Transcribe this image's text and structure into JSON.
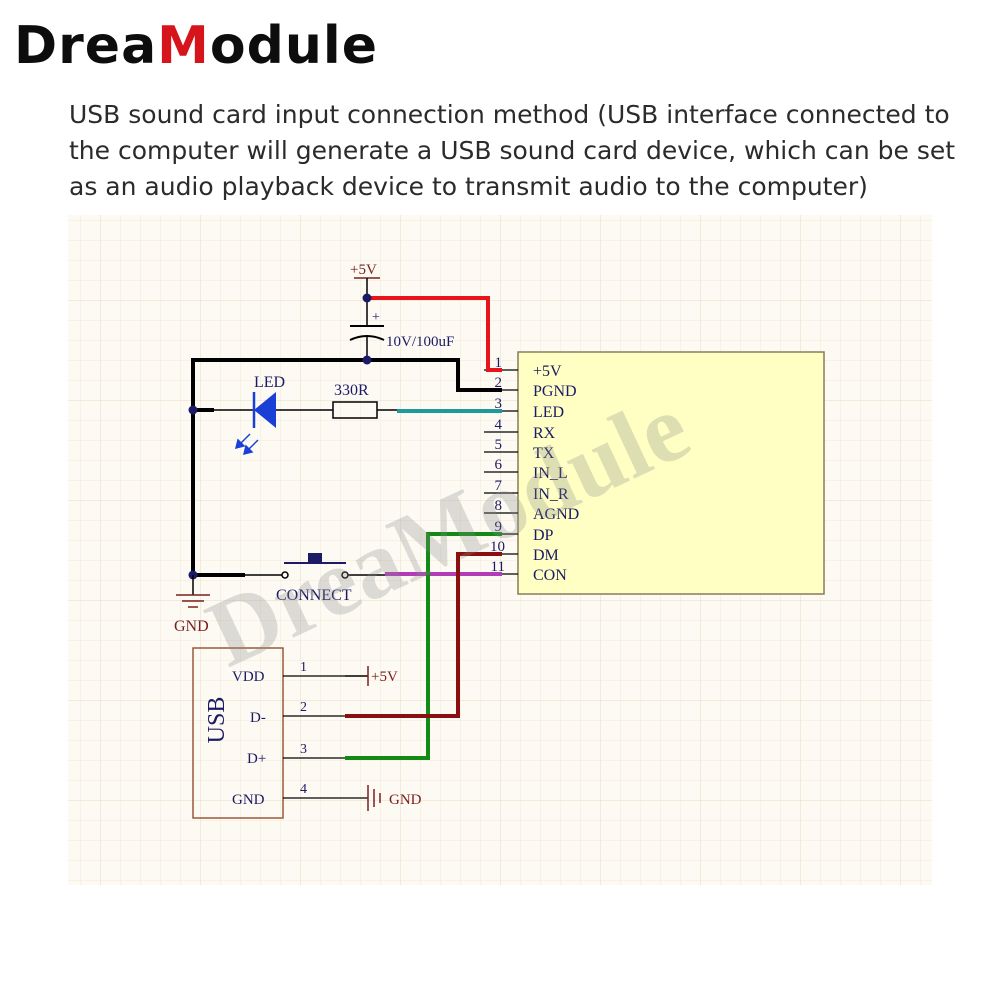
{
  "brand": {
    "prefix": "Drea",
    "accent": "M",
    "suffix": "odule",
    "accent_color": "#d5141b",
    "watermark": "DreaModule"
  },
  "description": [
    "USB sound card input connection method (USB interface connected to",
    "the computer will generate a USB sound card device, which can be set",
    "as an audio playback device to transmit audio to the computer)"
  ],
  "module": {
    "pins": [
      {
        "num": "1",
        "label": "+5V"
      },
      {
        "num": "2",
        "label": "PGND"
      },
      {
        "num": "3",
        "label": "LED"
      },
      {
        "num": "4",
        "label": "RX"
      },
      {
        "num": "5",
        "label": "TX"
      },
      {
        "num": "6",
        "label": "IN_L"
      },
      {
        "num": "7",
        "label": "IN_R"
      },
      {
        "num": "8",
        "label": "AGND"
      },
      {
        "num": "9",
        "label": "DP"
      },
      {
        "num": "10",
        "label": "DM"
      },
      {
        "num": "11",
        "label": "CON"
      }
    ]
  },
  "components": {
    "power_label": "+5V",
    "capacitor_label": "10V/100uF",
    "capacitor_polarity": "+",
    "led_label": "LED",
    "resistor_label": "330R",
    "switch_label": "CONNECT",
    "gnd_label": "GND"
  },
  "usb": {
    "title": "USB",
    "pins": [
      {
        "num": "1",
        "label": "VDD",
        "net": "+5V"
      },
      {
        "num": "2",
        "label": "D-",
        "net": ""
      },
      {
        "num": "3",
        "label": "D+",
        "net": ""
      },
      {
        "num": "4",
        "label": "GND",
        "net": "GND"
      }
    ]
  },
  "colors": {
    "wire_5v": "#e8141b",
    "wire_led": "#1f9a9a",
    "wire_dp": "#138a15",
    "wire_dm": "#8a0f10",
    "wire_con": "#b23cb8",
    "module_fill": "#ffffc4",
    "module_border": "#8a7a5a",
    "pin_text": "#1a1a66",
    "net_text": "#7a2020"
  }
}
